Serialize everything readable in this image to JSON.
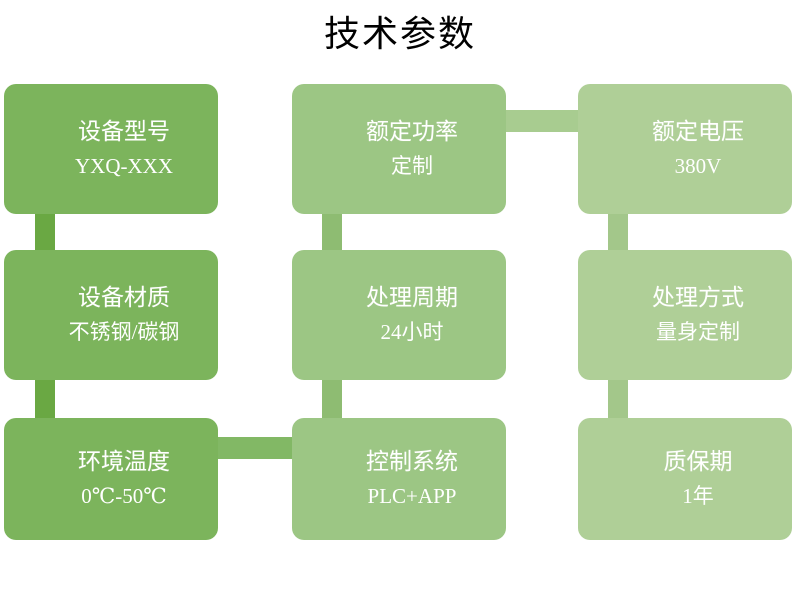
{
  "slide": {
    "title": "技术参数",
    "background": "#FFFFFF"
  },
  "palette": {
    "column_1_fill": "#7CB45C",
    "column_2_fill": "#9CC684",
    "column_3_fill": "#AFCF97",
    "connector_1": "#6AA843",
    "connector_2": "#8EBC72",
    "connector_3": "#A3C78A",
    "text_color": "#FFFFFF",
    "title_color": "#000000"
  },
  "diagram": {
    "type": "process-grid",
    "rows": 3,
    "columns": 3,
    "nodes": [
      {
        "id": "n1",
        "label": "设备型号",
        "value": "YXQ-XXX",
        "row": 1,
        "col": 1
      },
      {
        "id": "n2",
        "label": "额定功率",
        "value": "定制",
        "row": 1,
        "col": 2
      },
      {
        "id": "n3",
        "label": "额定电压",
        "value": "380V",
        "row": 1,
        "col": 3
      },
      {
        "id": "n4",
        "label": "设备材质",
        "value": "不锈钢/碳钢",
        "row": 2,
        "col": 1
      },
      {
        "id": "n5",
        "label": "处理周期",
        "value": "24小时",
        "row": 2,
        "col": 2
      },
      {
        "id": "n6",
        "label": "处理方式",
        "value": "量身定制",
        "row": 2,
        "col": 3
      },
      {
        "id": "n7",
        "label": "环境温度",
        "value": "0℃-50℃",
        "row": 3,
        "col": 1
      },
      {
        "id": "n8",
        "label": "控制系统",
        "value": "PLC+APP",
        "row": 3,
        "col": 2
      },
      {
        "id": "n9",
        "label": "质保期",
        "value": "1年",
        "row": 3,
        "col": 3
      }
    ]
  }
}
